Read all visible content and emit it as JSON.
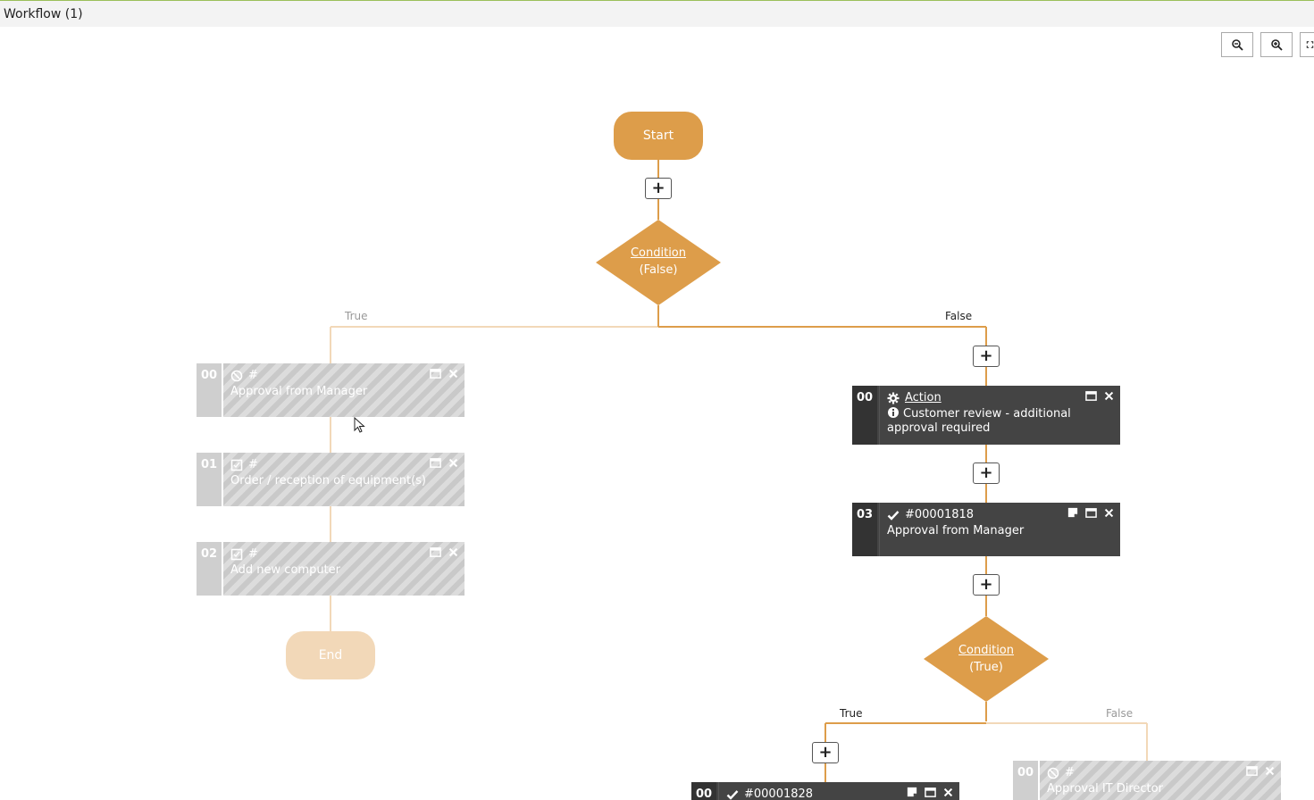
{
  "header": {
    "title": "Workflow (1)"
  },
  "toolbar": {
    "zoom_out_icon": "zoom-out-icon",
    "zoom_in_icon": "zoom-in-icon",
    "fullscreen_icon": "fullscreen-icon"
  },
  "workflow": {
    "start_label": "Start",
    "end_label": "End",
    "condition1": {
      "link": "Condition",
      "state": "(False)"
    },
    "condition2": {
      "link": "Condition",
      "state": "(True)"
    },
    "branch_true_1": "True",
    "branch_false_1": "False",
    "branch_true_2": "True",
    "branch_false_2": "False",
    "left_tasks": [
      {
        "index": "00",
        "number": "#",
        "title": "Approval from Manager"
      },
      {
        "index": "01",
        "number": "#",
        "title": "Order / reception of equipment(s)"
      },
      {
        "index": "02",
        "number": "#",
        "title": "Add new computer"
      }
    ],
    "action_task": {
      "index": "00",
      "type": "Action",
      "description": "Customer review - additional approval required"
    },
    "approval_task": {
      "index": "03",
      "number": "#00001818",
      "title": "Approval from Manager"
    },
    "bottom_left_task": {
      "index": "00",
      "number": "#00001828"
    },
    "bottom_right_task": {
      "index": "00",
      "number": "#",
      "title": "Approval IT Director"
    },
    "plus_label": "+"
  },
  "colors": {
    "accent": "#dd9d4a",
    "accent_faded": "#f2d8b8",
    "dark_task": "#444444",
    "line_active": "#dd9d4a",
    "line_inactive": "#f2d8b8"
  }
}
